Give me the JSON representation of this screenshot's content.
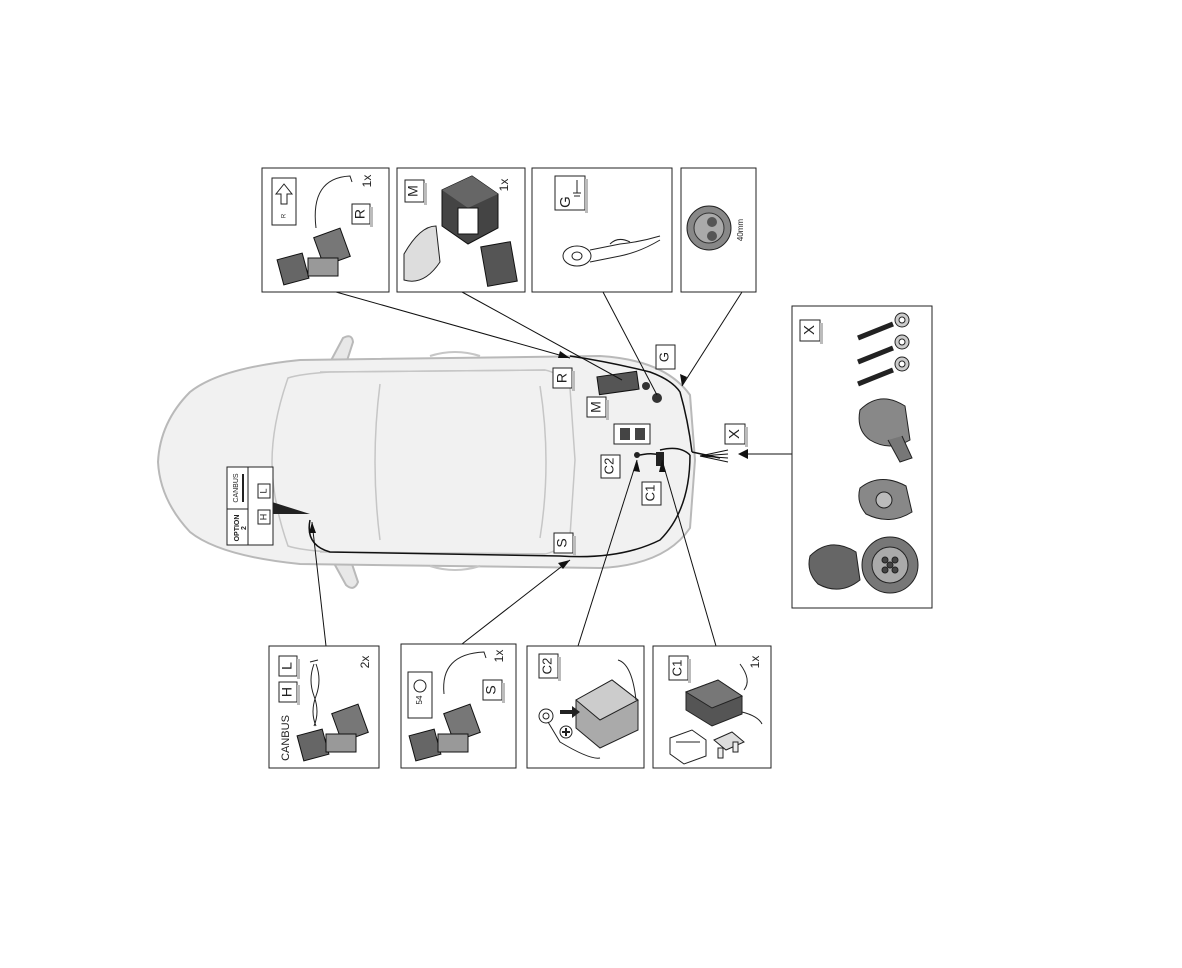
{
  "letters": {
    "R": "R",
    "M": "M",
    "G": "G",
    "X": "X",
    "C2": "C2",
    "C1": "C1",
    "S": "S",
    "H": "H",
    "L": "L"
  },
  "quantities": {
    "r": "1x",
    "m": "1x",
    "hl": "2x",
    "s": "1x",
    "c1": "1x"
  },
  "grommet_size": "40mm",
  "canbus_label": "CANBUS",
  "option_label": "OPTION",
  "option_number": "2",
  "s_badge_number": "54",
  "r_small": "R"
}
